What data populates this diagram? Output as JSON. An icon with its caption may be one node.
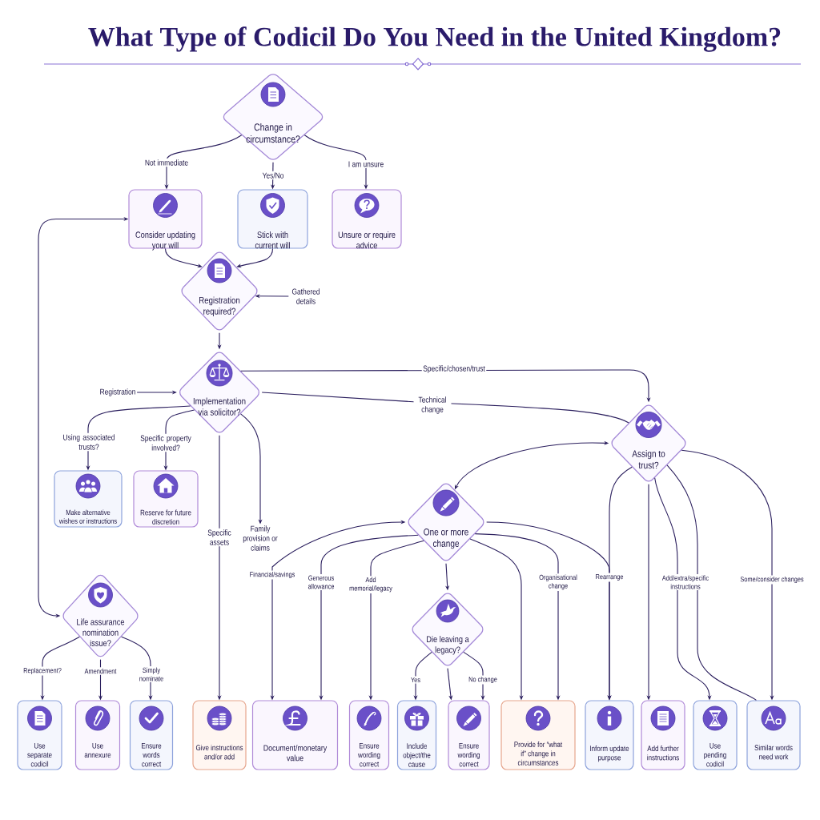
{
  "diagram": {
    "title": "What Type of Codicil Do You Need in the United Kingdom?",
    "nodes": [
      {
        "text": [
          "Change in circumstance?"
        ]
      },
      {
        "text": [
          "Consider updating your will"
        ]
      },
      {
        "text": [
          "Stick with current will"
        ]
      },
      {
        "text": [
          "Unsure or require advice"
        ]
      },
      {
        "text": [
          "Registration required?"
        ]
      },
      {
        "text": [
          "Gathered details"
        ]
      },
      {
        "text": [
          "Registration"
        ]
      },
      {
        "text": [
          "Implementation via solicitor?"
        ]
      },
      {
        "text": [
          "Assign to trust?"
        ]
      },
      {
        "text": [
          "Make alternative wishes or instructions"
        ]
      },
      {
        "text": [
          "Reserve for future discretion"
        ]
      },
      {
        "text": [
          "One or more change"
        ]
      },
      {
        "text": [
          "Family provision or claims"
        ]
      },
      {
        "text": [
          "Life assurance nomination issue?"
        ]
      },
      {
        "text": [
          "Die leaving a legacy?"
        ]
      },
      {
        "text": [
          "Use separate codicil"
        ]
      },
      {
        "text": [
          "Use annexure"
        ]
      },
      {
        "text": [
          "Ensure words correct"
        ]
      },
      {
        "text": [
          "Give instructions and/or add"
        ]
      },
      {
        "text": [
          "Document/monetary value"
        ]
      },
      {
        "text": [
          "Ensure wording correct"
        ]
      },
      {
        "text": [
          "Include object/the cause"
        ]
      },
      {
        "text": [
          "Ensure wording correct"
        ]
      },
      {
        "text": [
          "Provide for “what if” change in circumstances"
        ]
      },
      {
        "text": [
          "Inform update purpose"
        ]
      },
      {
        "text": [
          "Add further instructions"
        ]
      },
      {
        "text": [
          "Use pending codicil"
        ]
      },
      {
        "text": [
          "Similar words need work"
        ]
      }
    ],
    "edges": [
      {
        "from": 0,
        "to": 1,
        "arrow": "to",
        "label": "Not immediate"
      },
      {
        "from": 0,
        "to": 2,
        "arrow": "to",
        "label": "Yes/No"
      },
      {
        "from": 0,
        "to": 3,
        "arrow": "to",
        "label": "I am unsure"
      },
      {
        "from": 1,
        "to": 4,
        "arrow": "to"
      },
      {
        "from": 2,
        "to": 4,
        "arrow": "to"
      },
      {
        "from": 5,
        "to": 4,
        "arrow": "to"
      },
      {
        "from": 4,
        "to": 7,
        "arrow": "to"
      },
      {
        "from": 6,
        "to": 7,
        "arrow": "to"
      },
      {
        "from": 7,
        "to": 8,
        "arrow": "to",
        "label": "Specific/chosen/trust"
      },
      {
        "from": 7,
        "to": 8,
        "arrow": "none",
        "label": "Technical change"
      },
      {
        "from": 7,
        "to": 9,
        "arrow": "to",
        "label": "Using associated trusts?"
      },
      {
        "from": 7,
        "to": 10,
        "arrow": "to",
        "label": "Specific property involved?"
      },
      {
        "from": 7,
        "to": 18,
        "arrow": "to",
        "label": "Specific assets"
      },
      {
        "from": 7,
        "to": 12,
        "arrow": "to"
      },
      {
        "from": 11,
        "to": 8,
        "arrow": "both"
      },
      {
        "from": 13,
        "to": 1,
        "arrow": "both"
      },
      {
        "from": 13,
        "to": 15,
        "arrow": "to",
        "label": "Replacement?"
      },
      {
        "from": 13,
        "to": 16,
        "arrow": "to",
        "label": "Amendment"
      },
      {
        "from": 13,
        "to": 17,
        "arrow": "to",
        "label": "Simply nominate"
      },
      {
        "from": 11,
        "to": 19,
        "arrow": "both",
        "label": "Financial/savings"
      },
      {
        "from": 11,
        "to": 19,
        "arrow": "to",
        "label": "Generous allowance"
      },
      {
        "from": 11,
        "to": 20,
        "arrow": "to",
        "label": "Add memorial/legacy"
      },
      {
        "from": 11,
        "to": 14,
        "arrow": "to"
      },
      {
        "from": 11,
        "to": 23,
        "arrow": "to"
      },
      {
        "from": 11,
        "to": 23,
        "arrow": "to",
        "label": "Organisational change"
      },
      {
        "from": 11,
        "to": 24,
        "arrow": "to"
      },
      {
        "from": 8,
        "to": 24,
        "arrow": "to",
        "label": "Rearrange"
      },
      {
        "from": 8,
        "to": 25,
        "arrow": "to"
      },
      {
        "from": 8,
        "to": 26,
        "arrow": "to",
        "label": "Add/extra/specific instructions"
      },
      {
        "from": 8,
        "to": 27,
        "arrow": "none"
      },
      {
        "from": 8,
        "to": 27,
        "arrow": "to",
        "label": "Some/consider changes"
      },
      {
        "from": 14,
        "to": 21,
        "arrow": "to",
        "label": "Yes"
      },
      {
        "from": 14,
        "to": 22,
        "arrow": "to"
      },
      {
        "from": 14,
        "to": 22,
        "arrow": "to",
        "label": "No change"
      }
    ]
  }
}
